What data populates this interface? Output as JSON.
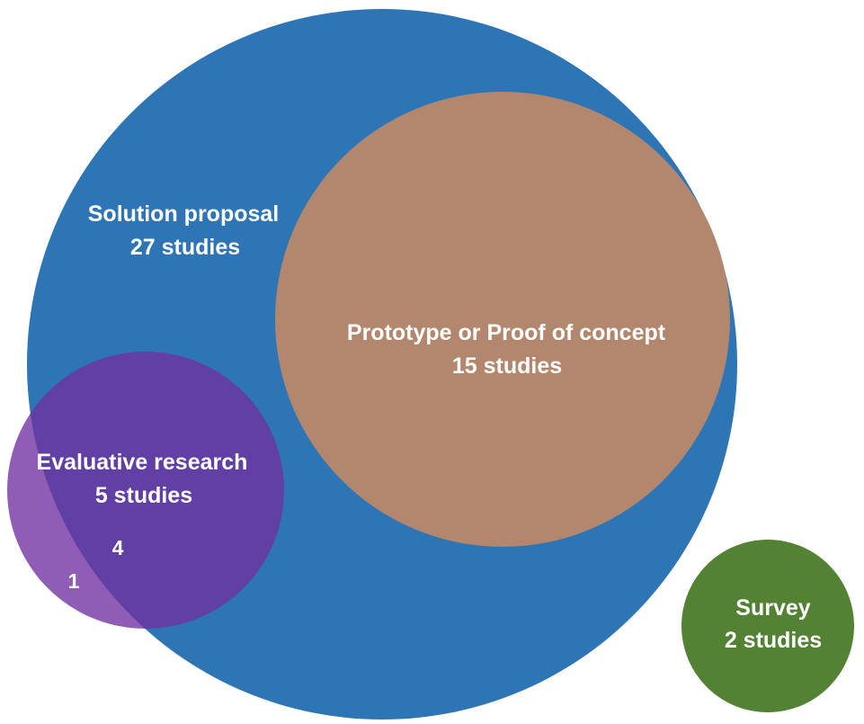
{
  "diagram": {
    "sets": [
      {
        "id": "solution",
        "name": "Solution proposal",
        "count_label": "27 studies",
        "count": 27,
        "color": "#2E75B6"
      },
      {
        "id": "prototype",
        "name": "Prototype or Proof of concept",
        "count_label": "15 studies",
        "count": 15,
        "color": "#B2876E"
      },
      {
        "id": "evaluative",
        "name": "Evaluative research",
        "count_label": "5 studies",
        "count": 5,
        "color": "#7030A0"
      },
      {
        "id": "survey",
        "name": "Survey",
        "count_label": "2 studies",
        "count": 2,
        "color": "#548235"
      }
    ],
    "regions": {
      "evaluative_only": "1",
      "evaluative_and_solution": "4"
    }
  }
}
